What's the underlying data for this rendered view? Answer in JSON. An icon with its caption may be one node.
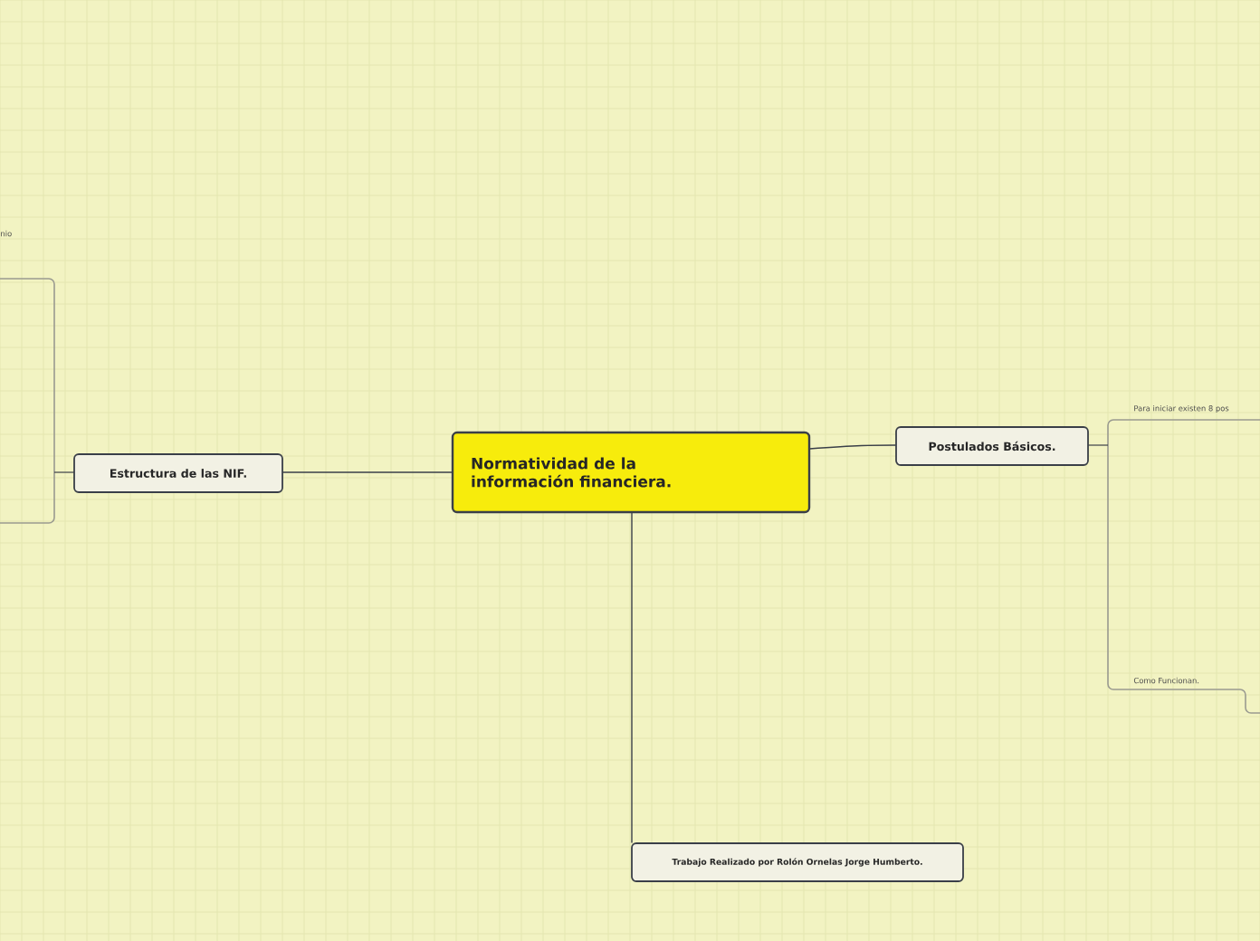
{
  "diagram": {
    "nodes": [
      {
        "text": [
          "Normatividad de la información financiera."
        ]
      },
      {
        "text": [
          "Estructura de las NIF."
        ]
      },
      {
        "text": [
          "Postulados Básicos."
        ]
      },
      {
        "text": [
          "Trabajo Realizado por Rolón Ornelas Jorge Humberto."
        ]
      }
    ],
    "edges": [
      {
        "from": 0,
        "to": 1,
        "arrow": "none"
      },
      {
        "from": 0,
        "to": 2,
        "arrow": "none"
      },
      {
        "from": 0,
        "to": 3,
        "arrow": "none"
      }
    ],
    "labels": [
      "nio",
      "Para iniciar existen 8 pos",
      "Como Funcionan."
    ]
  }
}
